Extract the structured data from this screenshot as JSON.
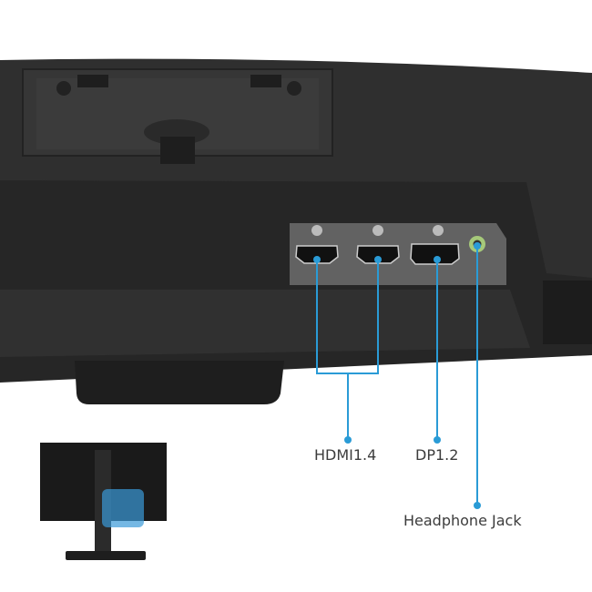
{
  "accent_color": "#2a9bd6",
  "ports": [
    {
      "label": "HDMI1.4",
      "icon": "hdmi-port-icon"
    },
    {
      "label": "DP1.2",
      "icon": "displayport-icon"
    },
    {
      "label": "Headphone Jack",
      "icon": "headphone-jack-icon"
    }
  ]
}
